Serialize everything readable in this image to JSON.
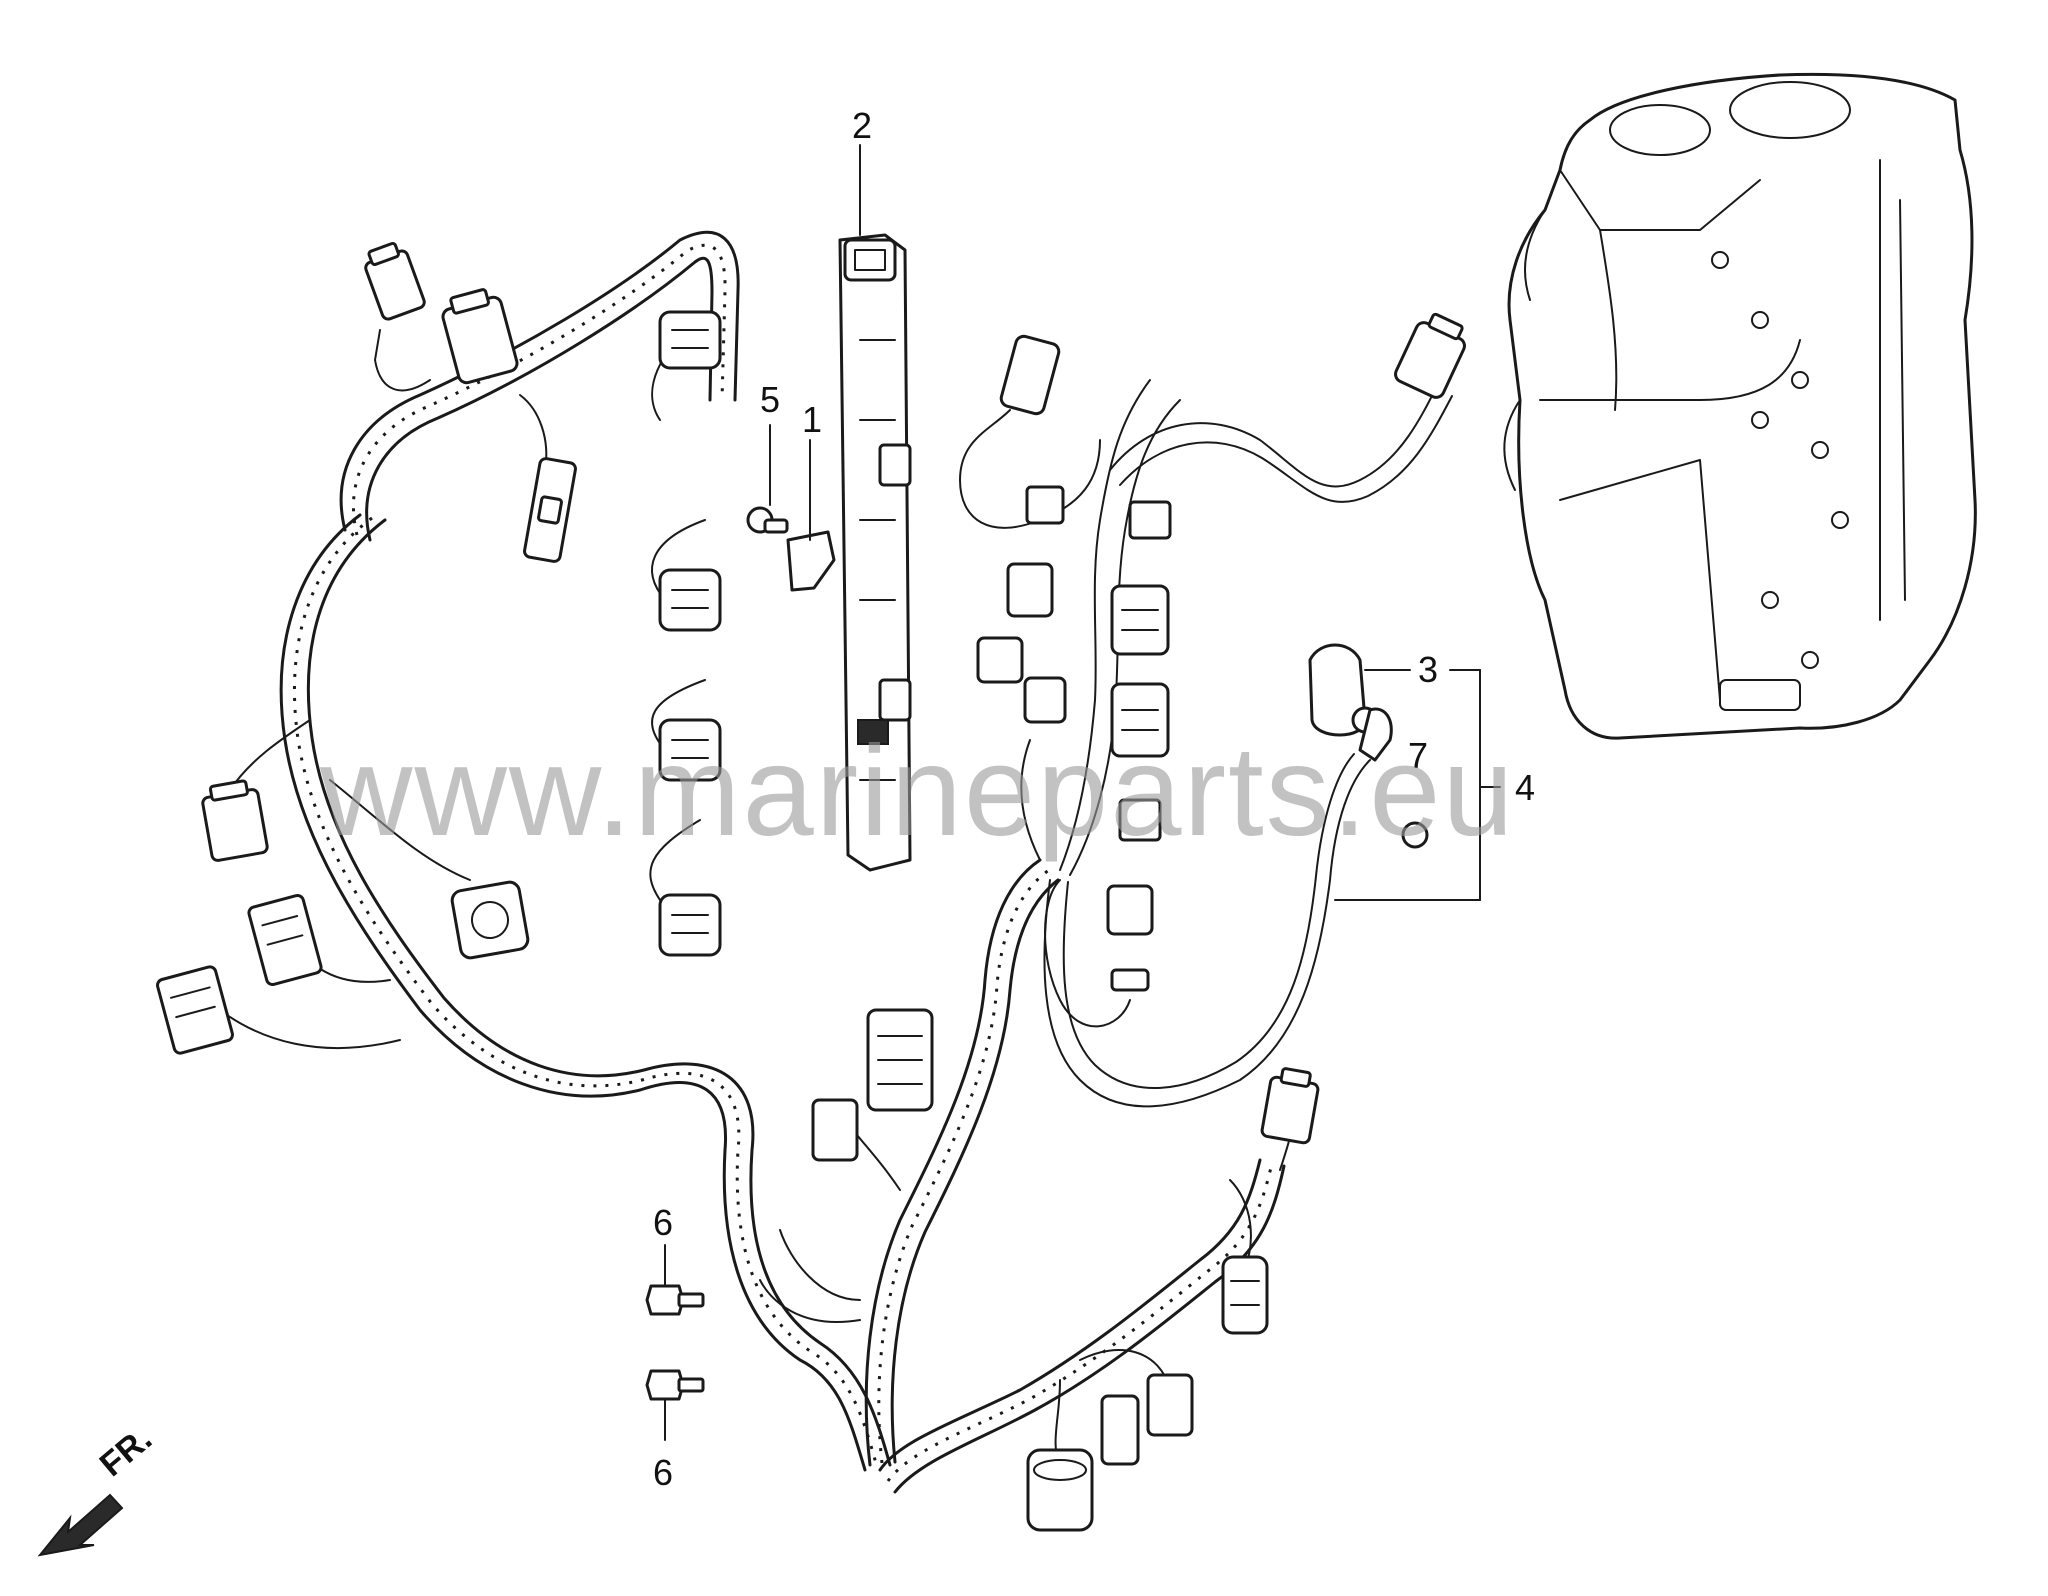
{
  "callouts": {
    "c1": "1",
    "c2": "2",
    "c3": "3",
    "c4": "4",
    "c5": "5",
    "c6a": "6",
    "c6b": "6",
    "c7": "7"
  },
  "watermark": "www.marineparts.eu",
  "direction": {
    "label": "FR.",
    "icon": "arrow-front-icon"
  },
  "colors": {
    "line": "#1a1a1a",
    "watermark": "#9a9a9a"
  }
}
